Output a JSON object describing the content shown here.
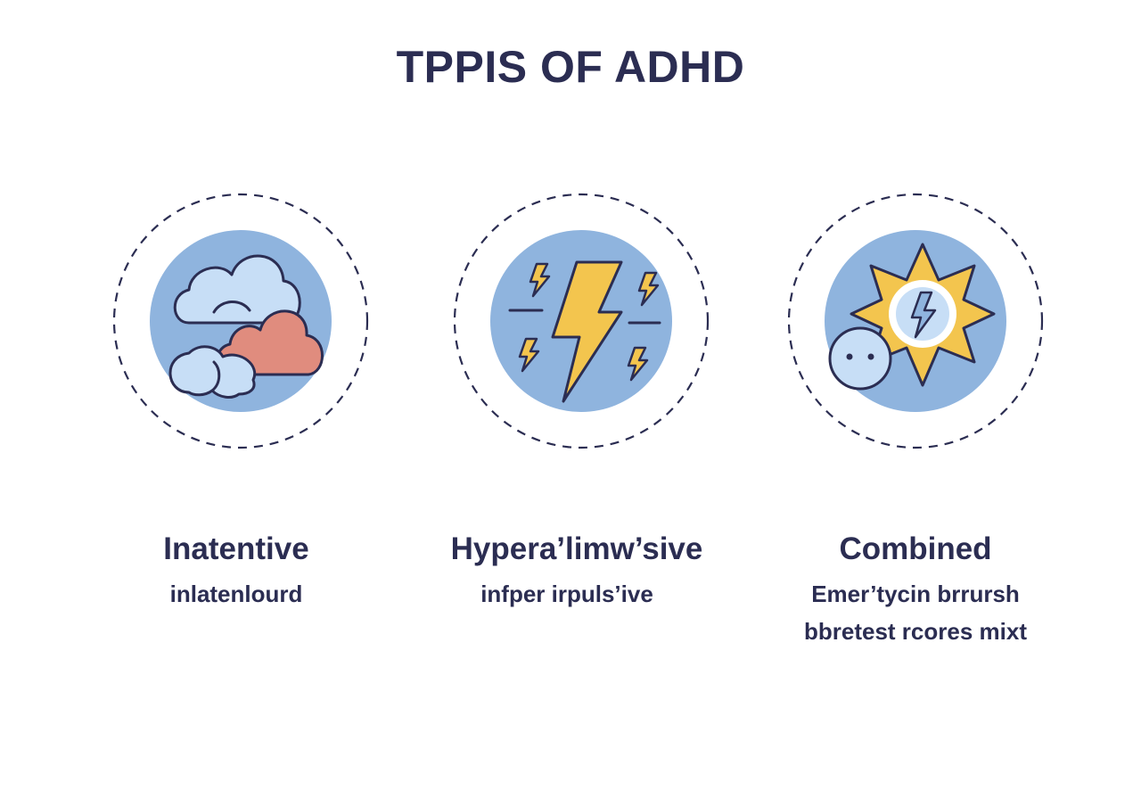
{
  "title": "TPPIS OF ADHD",
  "types": [
    {
      "label": "Inatentive",
      "description": "inlatenlourd",
      "icon": "clouds-icon"
    },
    {
      "label": "Hypera’limw’sive",
      "description": "infper irpuls’ive",
      "icon": "lightning-bolts-icon"
    },
    {
      "label": "Combined",
      "description_line1": "Emer’tycin brrursh",
      "description_line2": "bbretest rcores mixt",
      "icon": "starburst-face-icon"
    }
  ],
  "colors": {
    "text": "#2b2d52",
    "circle_fill": "#8fb4de",
    "cloud_light": "#c7def6",
    "cloud_coral": "#e08c7e",
    "bolt_yellow": "#f3c54e",
    "outline": "#2b2d52"
  }
}
